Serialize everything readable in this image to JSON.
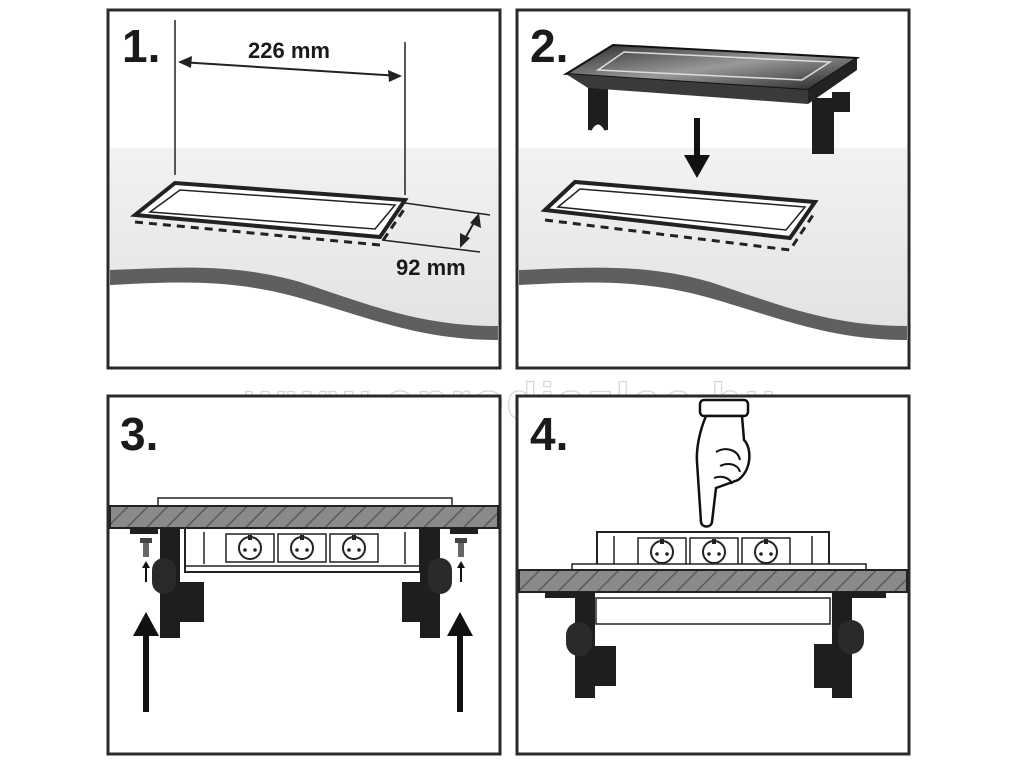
{
  "watermark": "www.anrodiszlec.hu",
  "steps": [
    {
      "number": "1.",
      "dimension_width": "226 mm",
      "dimension_depth": "92 mm"
    },
    {
      "number": "2."
    },
    {
      "number": "3."
    },
    {
      "number": "4."
    }
  ],
  "icons": [
    "pointing-hand-icon",
    "screw-icon",
    "arrow-up-icon",
    "arrow-down-icon"
  ]
}
